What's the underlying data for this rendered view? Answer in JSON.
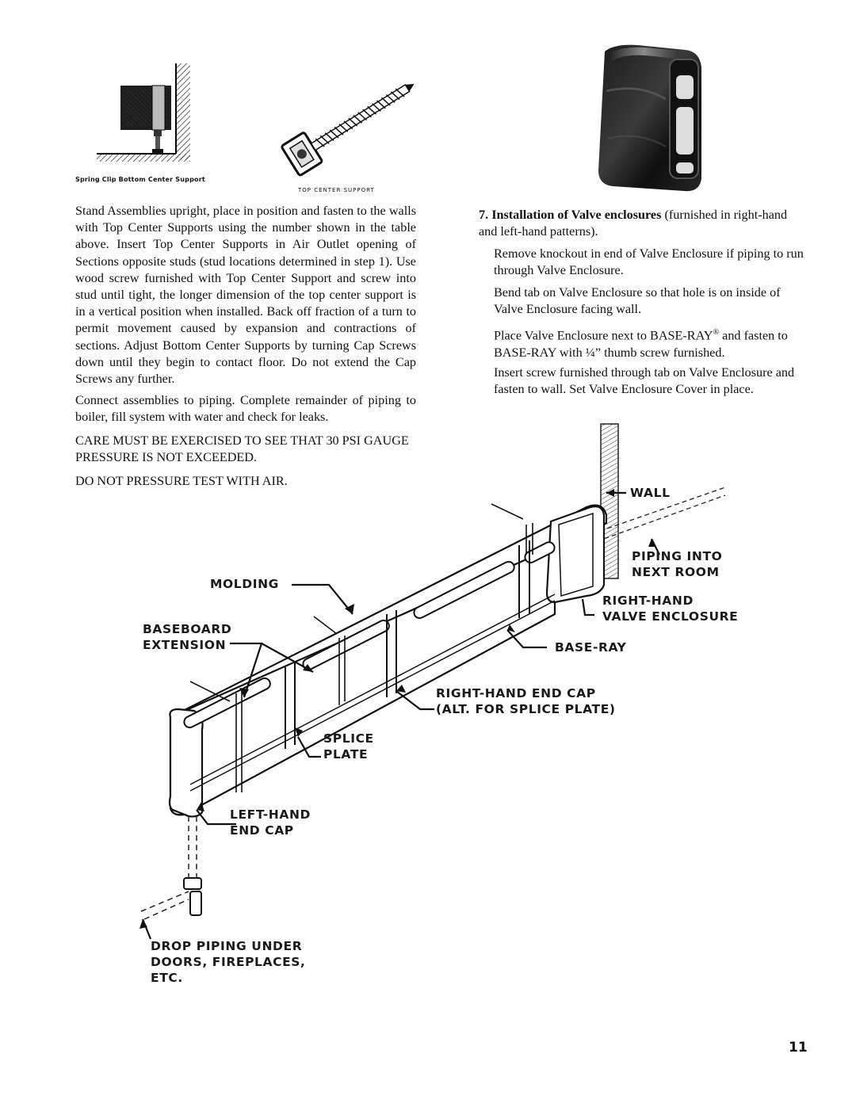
{
  "captions": {
    "spring_clip": "Spring Clip Bottom Center Support",
    "top_center": "TOP CENTER SUPPORT"
  },
  "left_column": {
    "p1": "Stand Assemblies upright, place in position and fasten to the walls with Top Center Supports using the number shown in the table above. Insert Top Center Supports in Air Outlet opening of Sections opposite studs (stud locations determined in step 1). Use wood screw furnished with Top Center Support and screw into stud until tight, the longer dimension of the top center support is in a vertical position when installed. Back off fraction of a turn to permit movement caused by expansion and contractions of sections. Adjust Bottom Center Supports by turning Cap Screws down until they begin to contact floor. Do not extend the Cap Screws any further.",
    "p2": "Connect assemblies to piping. Complete remainder of piping to boiler, fill system with water and check for leaks.",
    "p3": "CARE MUST BE EXERCISED TO SEE THAT 30 PSI GAUGE PRESSURE IS NOT EXCEEDED.",
    "p4": "DO NOT PRESSURE TEST WITH AIR."
  },
  "right_column": {
    "step_number": "7.",
    "step_title": "Installation of Valve enclosures",
    "step_title_rest": " (furnished in right-hand and left-hand patterns).",
    "p1": "Remove knockout in end of Valve Enclosure if piping to run through Valve Enclosure.",
    "p2": "Bend tab on Valve Enclosure so that hole is on inside of Valve Enclosure facing wall.",
    "p3_a": "Place Valve Enclosure next to BASE-RAY",
    "p3_reg": "®",
    "p3_b": " and fasten to BASE-RAY with ",
    "p3_frac": "¼",
    "p3_c": "” thumb screw furnished.",
    "p4": "Insert screw furnished through tab on Valve Enclosure and fasten to wall. Set Valve Enclosure Cover in place."
  },
  "diagram_labels": {
    "wall": "WALL",
    "piping": "PIPING INTO\nNEXT ROOM",
    "right_hand_valve": "RIGHT-HAND\nVALVE ENCLOSURE",
    "base_ray": "BASE-RAY",
    "molding": "MOLDING",
    "baseboard_extension": "BASEBOARD\nEXTENSION",
    "right_hand_end_cap": "RIGHT-HAND END CAP\n(ALT. FOR SPLICE PLATE)",
    "splice_plate": "SPLICE\nPLATE",
    "left_hand_end_cap": "LEFT-HAND\nEND CAP",
    "drop_piping": "DROP PIPING UNDER\nDOORS, FIREPLACES,\nETC."
  },
  "page_number": "11"
}
